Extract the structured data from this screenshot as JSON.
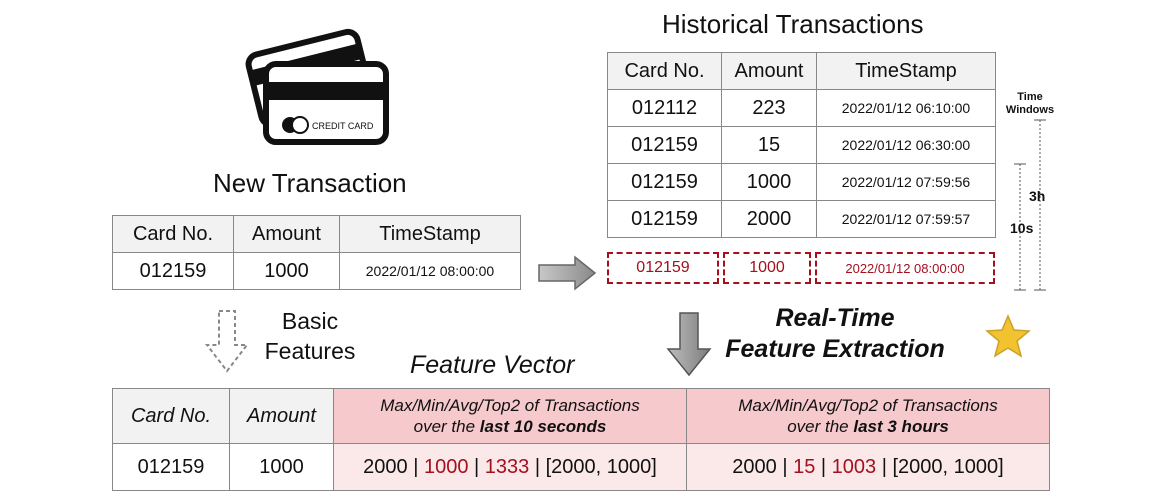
{
  "card_icon": {
    "text": "CREDIT CARD"
  },
  "new_transaction": {
    "title": "New Transaction",
    "headers": [
      "Card No.",
      "Amount",
      "TimeStamp"
    ],
    "row": [
      "012159",
      "1000",
      "2022/01/12 08:00:00"
    ]
  },
  "historical": {
    "title": "Historical Transactions",
    "headers": [
      "Card No.",
      "Amount",
      "TimeStamp"
    ],
    "rows": [
      [
        "012112",
        "223",
        "2022/01/12 06:10:00"
      ],
      [
        "012159",
        "15",
        "2022/01/12 06:30:00"
      ],
      [
        "012159",
        "1000",
        "2022/01/12 07:59:56"
      ],
      [
        "012159",
        "2000",
        "2022/01/12 07:59:57"
      ]
    ],
    "current_row": [
      "012159",
      "1000",
      "2022/01/12 08:00:00"
    ]
  },
  "time_windows": {
    "label_line1": "Time",
    "label_line2": "Windows",
    "long": "3h",
    "short": "10s"
  },
  "basic_features": {
    "line1": "Basic",
    "line2": "Features"
  },
  "realtime": {
    "line1": "Real-Time",
    "line2": "Feature Extraction"
  },
  "feature_vector": {
    "title": "Feature Vector",
    "headers": {
      "card": "Card No.",
      "amount": "Amount",
      "agg1_line1": "Max/Min/Avg/Top2 of Transactions",
      "agg1_line2_prefix": "over the ",
      "agg1_line2_bold": "last 10 seconds",
      "agg2_line1": "Max/Min/Avg/Top2 of Transactions",
      "agg2_line2_prefix": "over the ",
      "agg2_line2_bold": "last 3 hours"
    },
    "row": {
      "card": "012159",
      "amount": "1000",
      "w10s": {
        "max": "2000",
        "min": "1000",
        "avg": "1333",
        "top2": "[2000, 1000]"
      },
      "w3h": {
        "max": "2000",
        "min": "15",
        "avg": "1003",
        "top2": "[2000, 1000]"
      },
      "sep": " | "
    }
  },
  "colors": {
    "accent_red": "#a50f1e",
    "header_pink": "#f6c9cc",
    "cell_pink": "#fbe9ea",
    "star": "#f2c230"
  }
}
